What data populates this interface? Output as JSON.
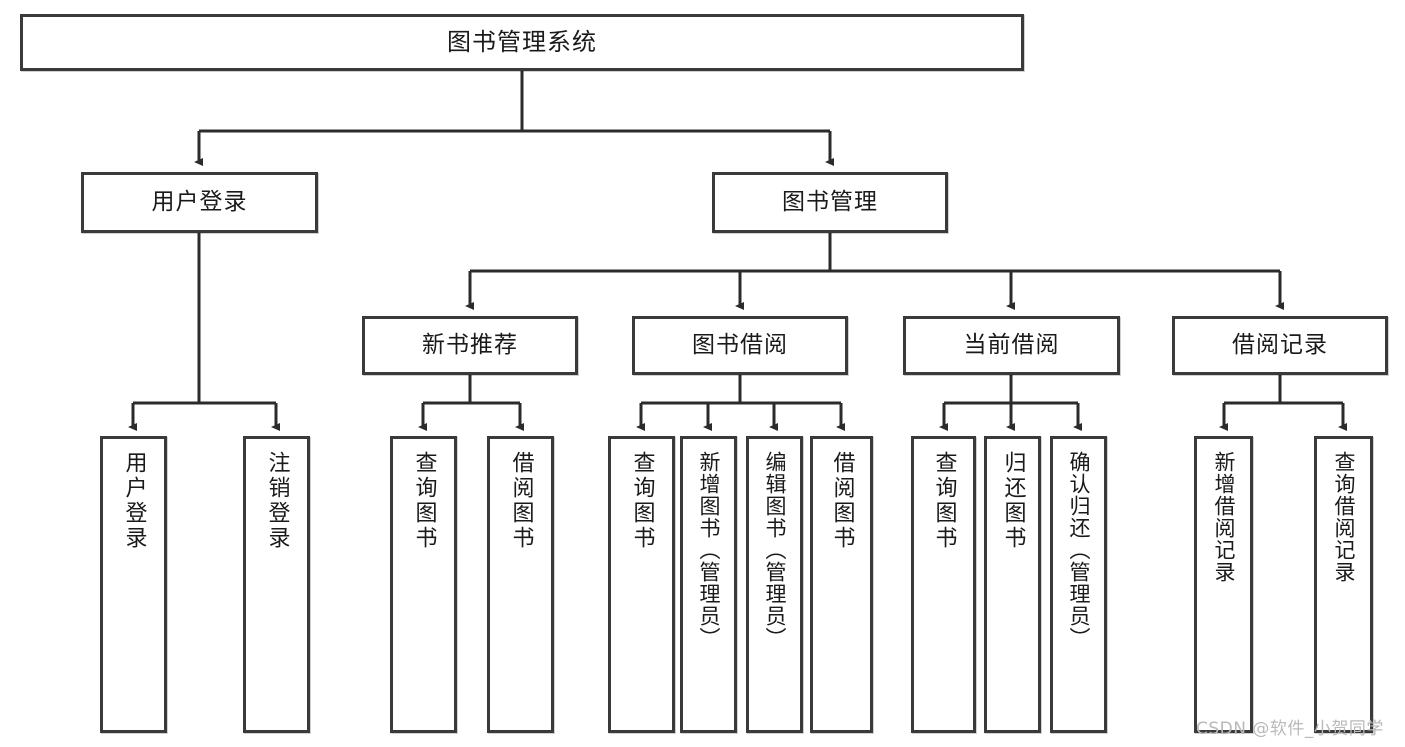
{
  "diagram": {
    "type": "tree",
    "title": "图书管理系统",
    "watermark": "CSDN @软件_小贺同学",
    "colors": {
      "border": "#3a3a3a",
      "background": "#ffffff",
      "text": "#1a1a1a",
      "edge": "#2b2b2b",
      "watermark": "#b9b9b9"
    },
    "levels": {
      "root": {
        "label": "图书管理系统"
      },
      "level2": [
        {
          "label": "用户登录"
        },
        {
          "label": "图书管理"
        }
      ],
      "level3": [
        {
          "label": "新书推荐"
        },
        {
          "label": "图书借阅"
        },
        {
          "label": "当前借阅"
        },
        {
          "label": "借阅记录"
        }
      ],
      "leaves": [
        {
          "label": "用户登录",
          "parent": "用户登录"
        },
        {
          "label": "注销登录",
          "parent": "用户登录"
        },
        {
          "label": "查询图书",
          "parent": "新书推荐"
        },
        {
          "label": "借阅图书",
          "parent": "新书推荐"
        },
        {
          "label": "查询图书",
          "parent": "图书借阅"
        },
        {
          "label": "新增图书（管理员）",
          "parent": "图书借阅"
        },
        {
          "label": "编辑图书（管理员）",
          "parent": "图书借阅"
        },
        {
          "label": "借阅图书",
          "parent": "图书借阅"
        },
        {
          "label": "查询图书",
          "parent": "当前借阅"
        },
        {
          "label": "归还图书",
          "parent": "当前借阅"
        },
        {
          "label": "确认归还（管理员）",
          "parent": "当前借阅"
        },
        {
          "label": "新增借阅记录",
          "parent": "借阅记录"
        },
        {
          "label": "查询借阅记录",
          "parent": "借阅记录"
        }
      ]
    }
  }
}
